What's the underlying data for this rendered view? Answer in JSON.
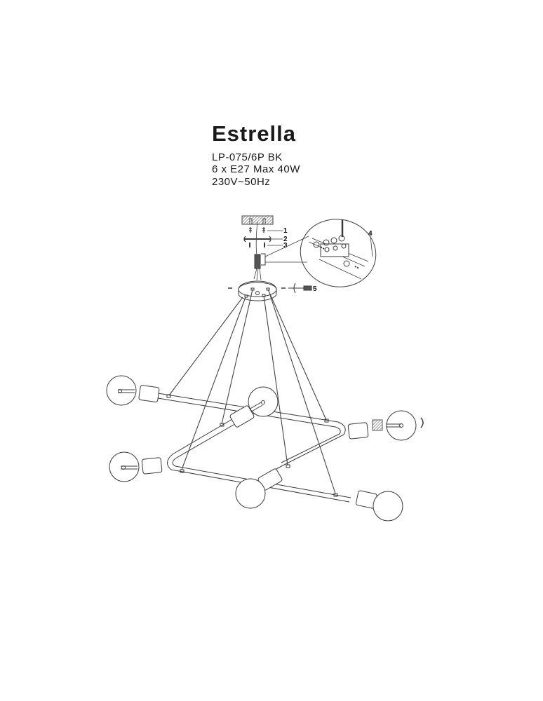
{
  "product": {
    "name": "Estrella",
    "model": "LP-075/6P BK",
    "bulbs": "6 x E27 Max 40W",
    "voltage": "230V~50Hz"
  },
  "diagram": {
    "callouts": [
      "1",
      "2",
      "3",
      "4",
      "5"
    ],
    "bulb_count": 6,
    "line_color": "#3a3a3a"
  }
}
